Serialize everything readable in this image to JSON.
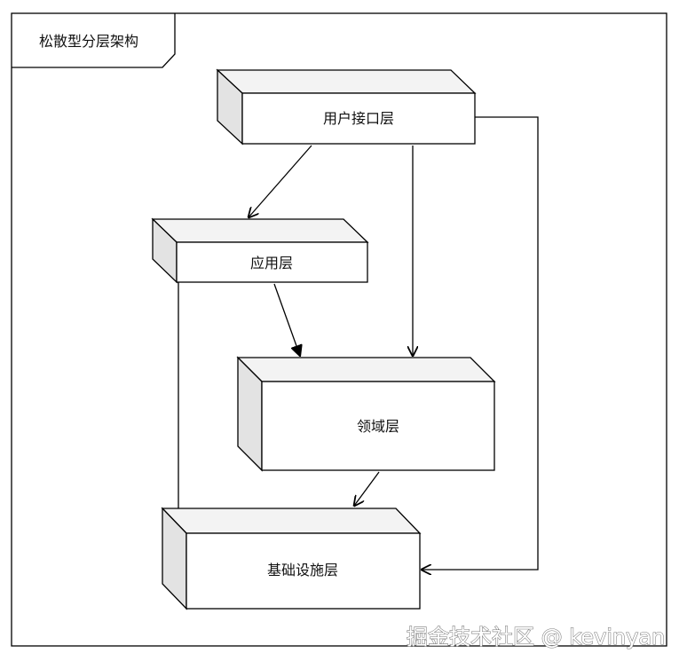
{
  "frame": {
    "title": "松散型分层架构"
  },
  "layers": {
    "user_interface": "用户接口层",
    "application": "应用层",
    "domain": "领域层",
    "infrastructure": "基础设施层"
  },
  "watermark": {
    "text": "掘金技术社区 @ kevinyan"
  }
}
